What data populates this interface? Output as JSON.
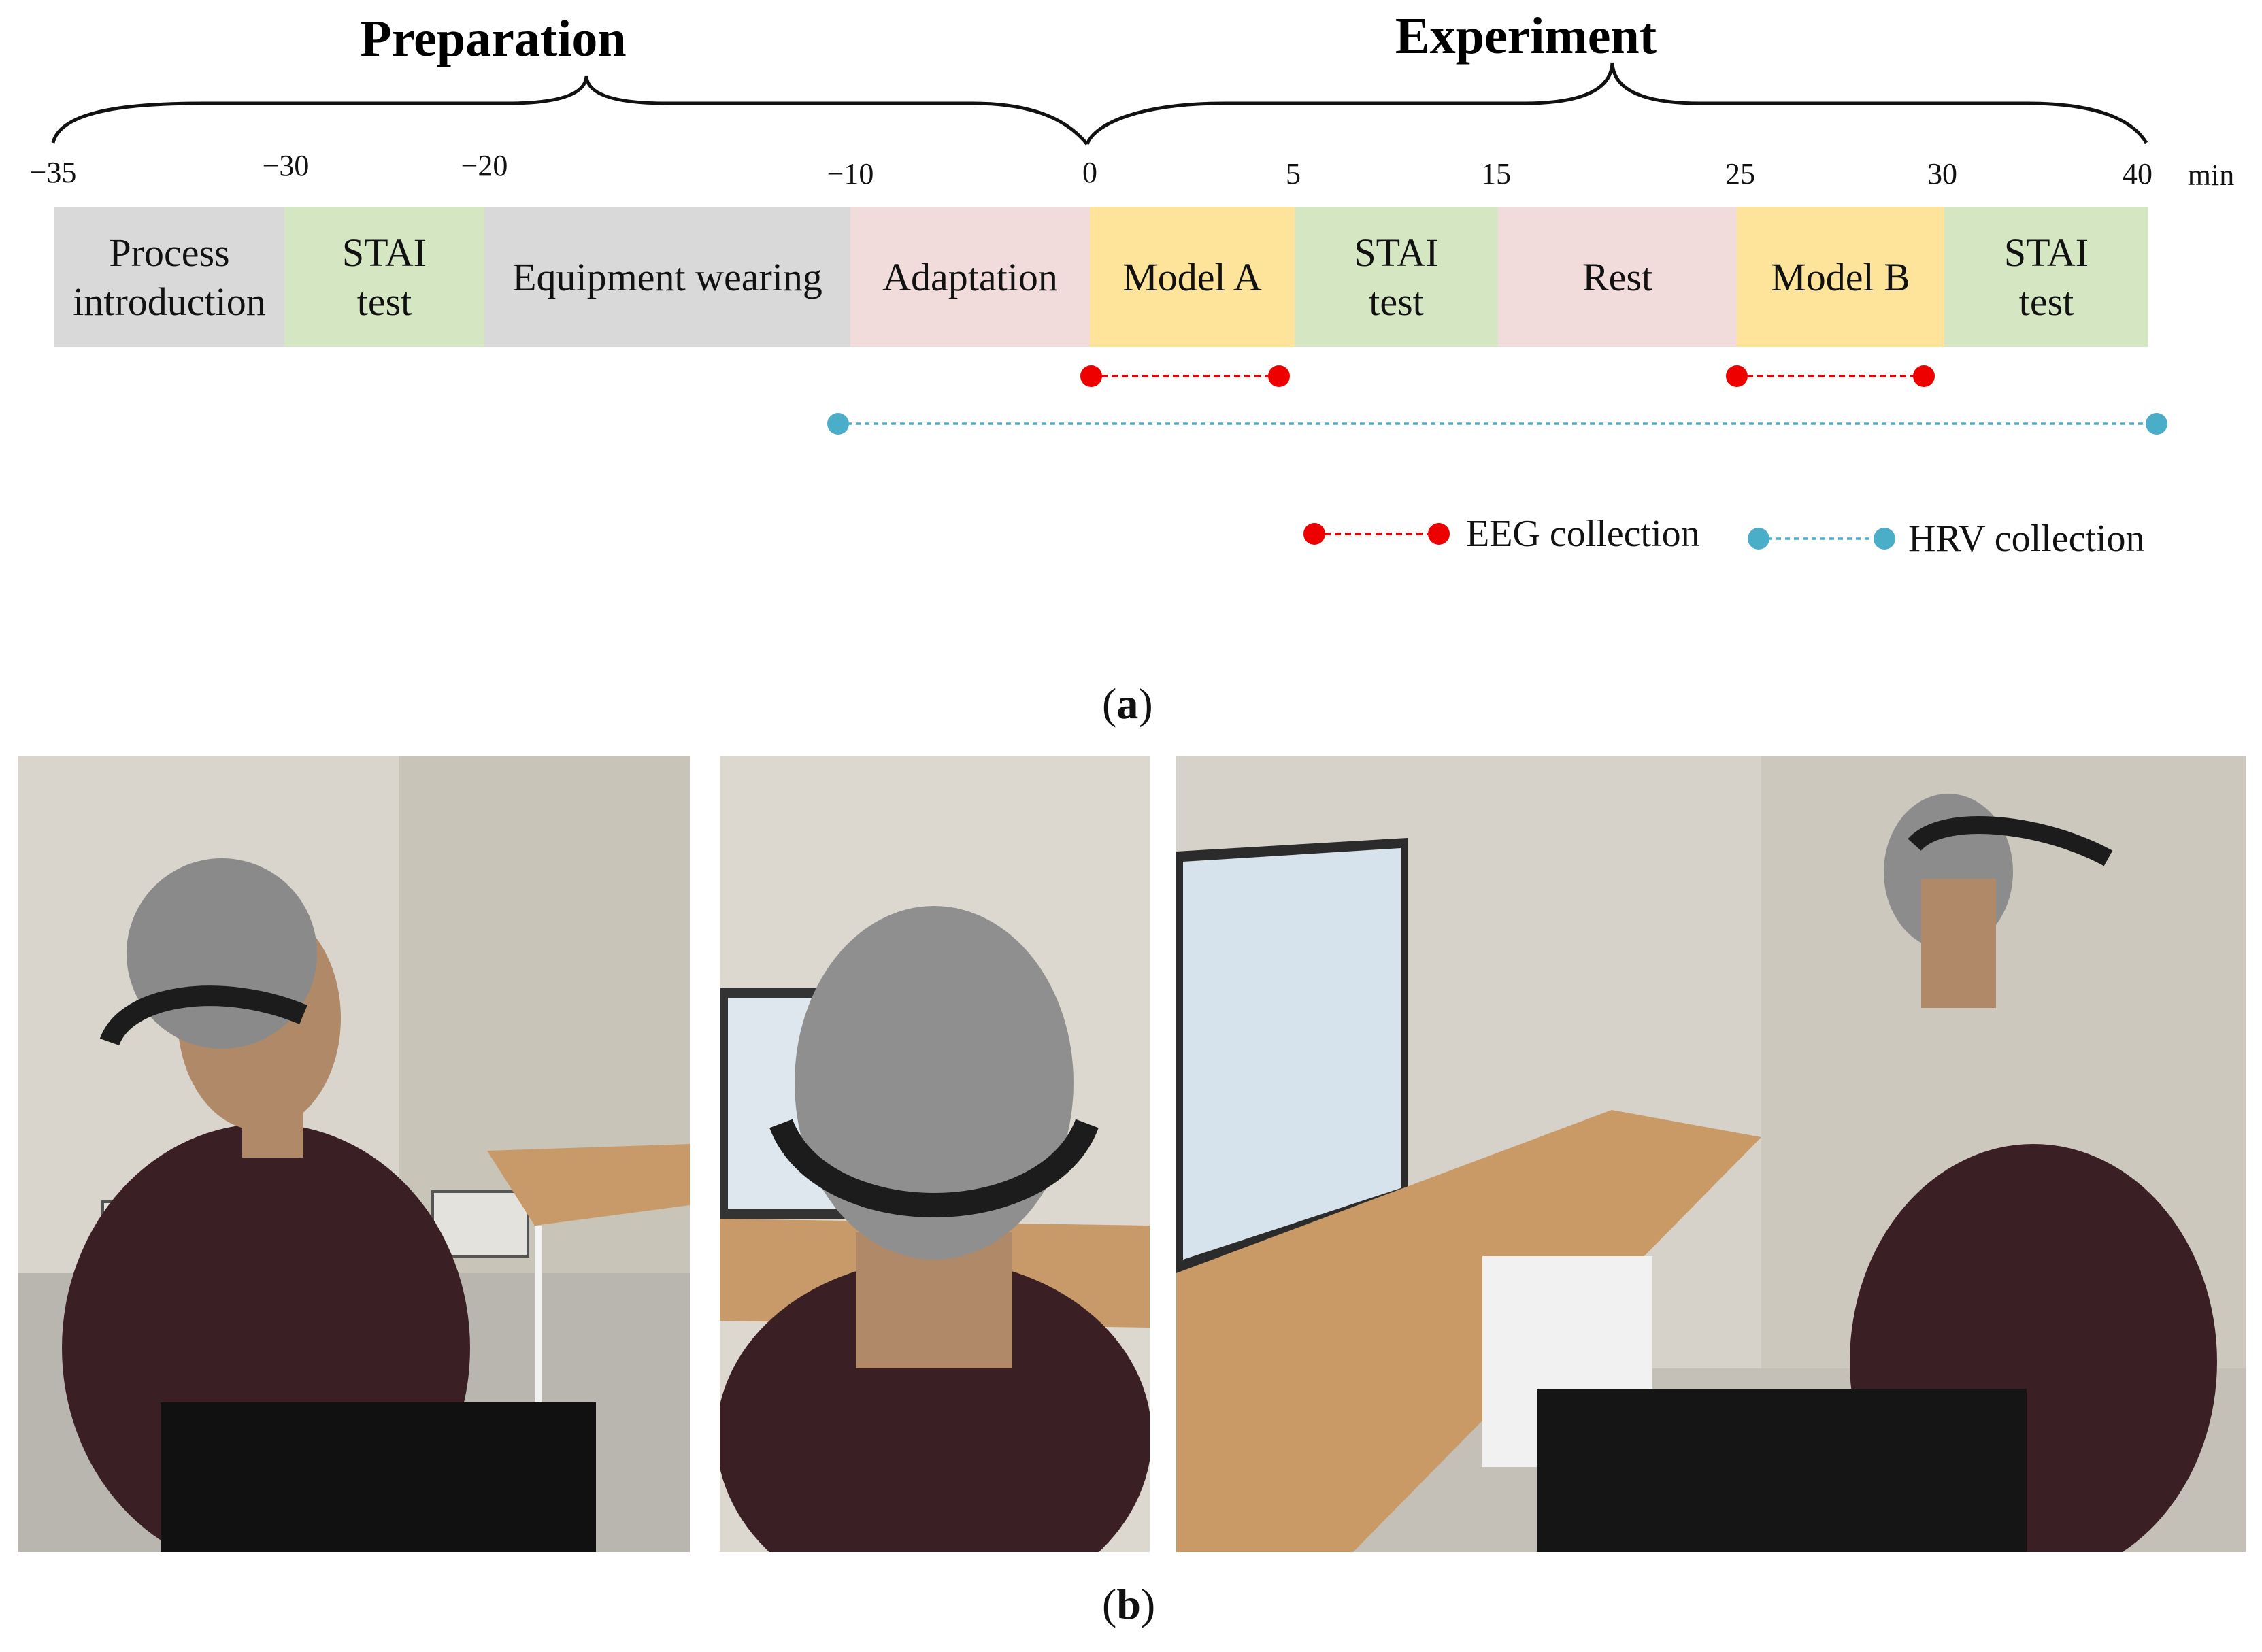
{
  "phases": [
    {
      "label": "Preparation"
    },
    {
      "label": "Experiment"
    }
  ],
  "ticks": [
    "−35",
    "−30",
    "−20",
    "−10",
    "0",
    "5",
    "15",
    "25",
    "30",
    "40"
  ],
  "unit": "min",
  "segments": [
    {
      "lines": [
        "Process",
        "introduction"
      ],
      "color": "#d9d9d9"
    },
    {
      "lines": [
        "STAI",
        "test"
      ],
      "color": "#d5e6c3"
    },
    {
      "lines": [
        "Equipment wearing"
      ],
      "color": "#d9d9d9"
    },
    {
      "lines": [
        "Adaptation"
      ],
      "color": "#f2dcdb"
    },
    {
      "lines": [
        "Model A"
      ],
      "color": "#fde49a"
    },
    {
      "lines": [
        "STAI",
        "test"
      ],
      "color": "#d5e6c3"
    },
    {
      "lines": [
        "Rest"
      ],
      "color": "#f2dcdb"
    },
    {
      "lines": [
        "Model B"
      ],
      "color": "#fde49a"
    },
    {
      "lines": [
        "STAI",
        "test"
      ],
      "color": "#d5e6c3"
    }
  ],
  "collections": {
    "eeg_color": "#ee0000",
    "hrv_color": "#4aaec9"
  },
  "legend": {
    "eeg": "EEG collection",
    "hrv": "HRV collection"
  },
  "captions": {
    "a": "a",
    "b": "b"
  }
}
